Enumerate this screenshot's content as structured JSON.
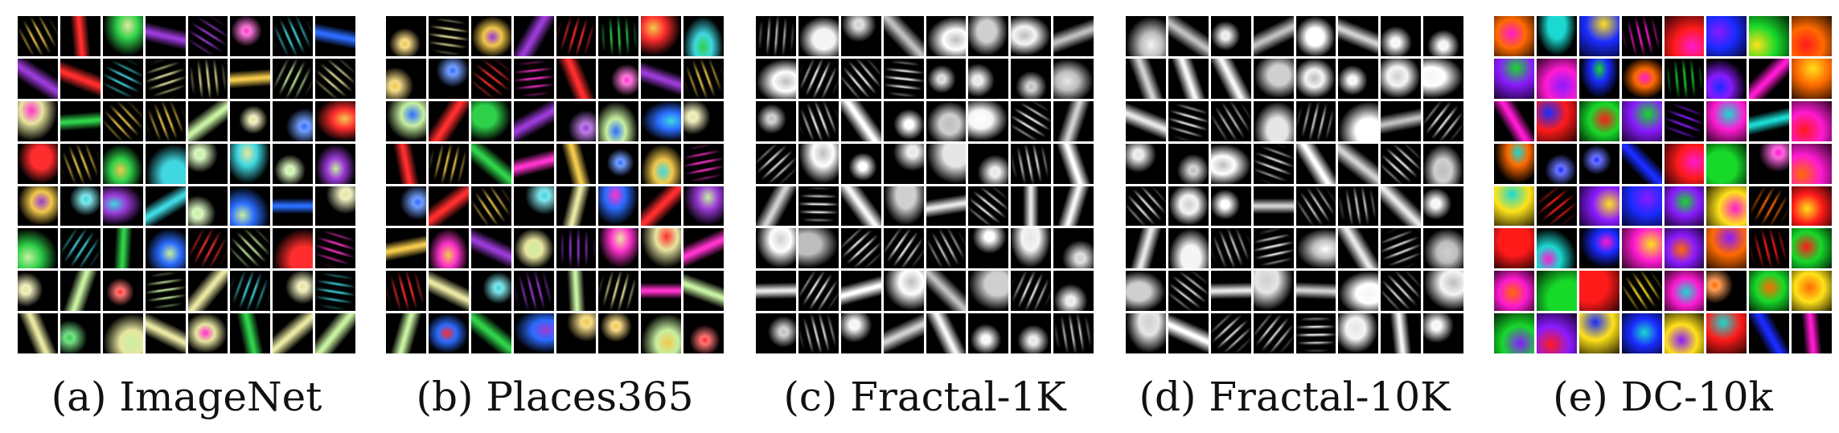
{
  "panels": [
    {
      "caption": "(a) ImageNet",
      "style": "color"
    },
    {
      "caption": "(b) Places365",
      "style": "color"
    },
    {
      "caption": "(c) Fractal-1K",
      "style": "gray"
    },
    {
      "caption": "(d) Fractal-10K",
      "style": "gray"
    },
    {
      "caption": "(e) DC-10k",
      "style": "vivid"
    }
  ],
  "grid_size": 8
}
